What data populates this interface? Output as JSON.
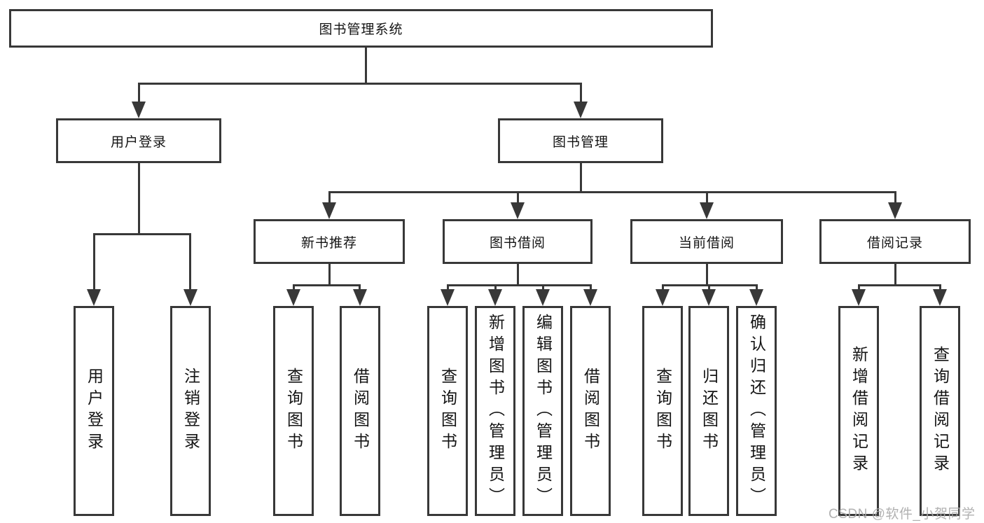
{
  "diagram": {
    "root": {
      "label": "图书管理系统"
    },
    "level2": [
      {
        "label": "用户登录"
      },
      {
        "label": "图书管理"
      }
    ],
    "level3": [
      {
        "label": "新书推荐",
        "parent": "图书管理"
      },
      {
        "label": "图书借阅",
        "parent": "图书管理"
      },
      {
        "label": "当前借阅",
        "parent": "图书管理"
      },
      {
        "label": "借阅记录",
        "parent": "图书管理"
      }
    ],
    "leaves": [
      {
        "label": "用户登录",
        "parent": "用户登录"
      },
      {
        "label": "注销登录",
        "parent": "用户登录"
      },
      {
        "label": "查询图书",
        "parent": "新书推荐"
      },
      {
        "label": "借阅图书",
        "parent": "新书推荐"
      },
      {
        "label": "查询图书",
        "parent": "图书借阅"
      },
      {
        "label": "新增图书（管理员）",
        "parent": "图书借阅"
      },
      {
        "label": "编辑图书（管理员）",
        "parent": "图书借阅"
      },
      {
        "label": "借阅图书",
        "parent": "图书借阅"
      },
      {
        "label": "查询图书",
        "parent": "当前借阅"
      },
      {
        "label": "归还图书",
        "parent": "当前借阅"
      },
      {
        "label": "确认归还（管理员）",
        "parent": "当前借阅"
      },
      {
        "label": "新增借阅记录",
        "parent": "借阅记录"
      },
      {
        "label": "查询借阅记录",
        "parent": "借阅记录"
      }
    ]
  },
  "watermark": {
    "text": "CSDN @软件_小贺同学"
  },
  "colors": {
    "line": "#383838",
    "text": "#141414",
    "background": "#ffffff",
    "watermark": "#aaaaaa"
  }
}
